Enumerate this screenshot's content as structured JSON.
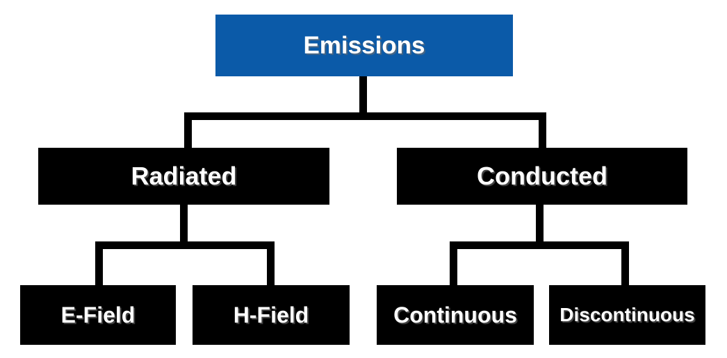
{
  "diagram": {
    "type": "tree",
    "colors": {
      "root_node_bg": "#0B5AA8",
      "child_node_bg": "#000000",
      "node_text": "#FFFFFF",
      "connector": "#000000",
      "background": "#FFFFFF"
    },
    "nodes": {
      "root": {
        "label": "Emissions"
      },
      "radiated": {
        "label": "Radiated"
      },
      "conducted": {
        "label": "Conducted"
      },
      "e_field": {
        "label": "E-Field"
      },
      "h_field": {
        "label": "H-Field"
      },
      "continuous": {
        "label": "Continuous"
      },
      "discontinuous": {
        "label": "Discontinuous"
      }
    },
    "hierarchy": {
      "Emissions": {
        "Radiated": [
          "E-Field",
          "H-Field"
        ],
        "Conducted": [
          "Continuous",
          "Discontinuous"
        ]
      }
    }
  }
}
